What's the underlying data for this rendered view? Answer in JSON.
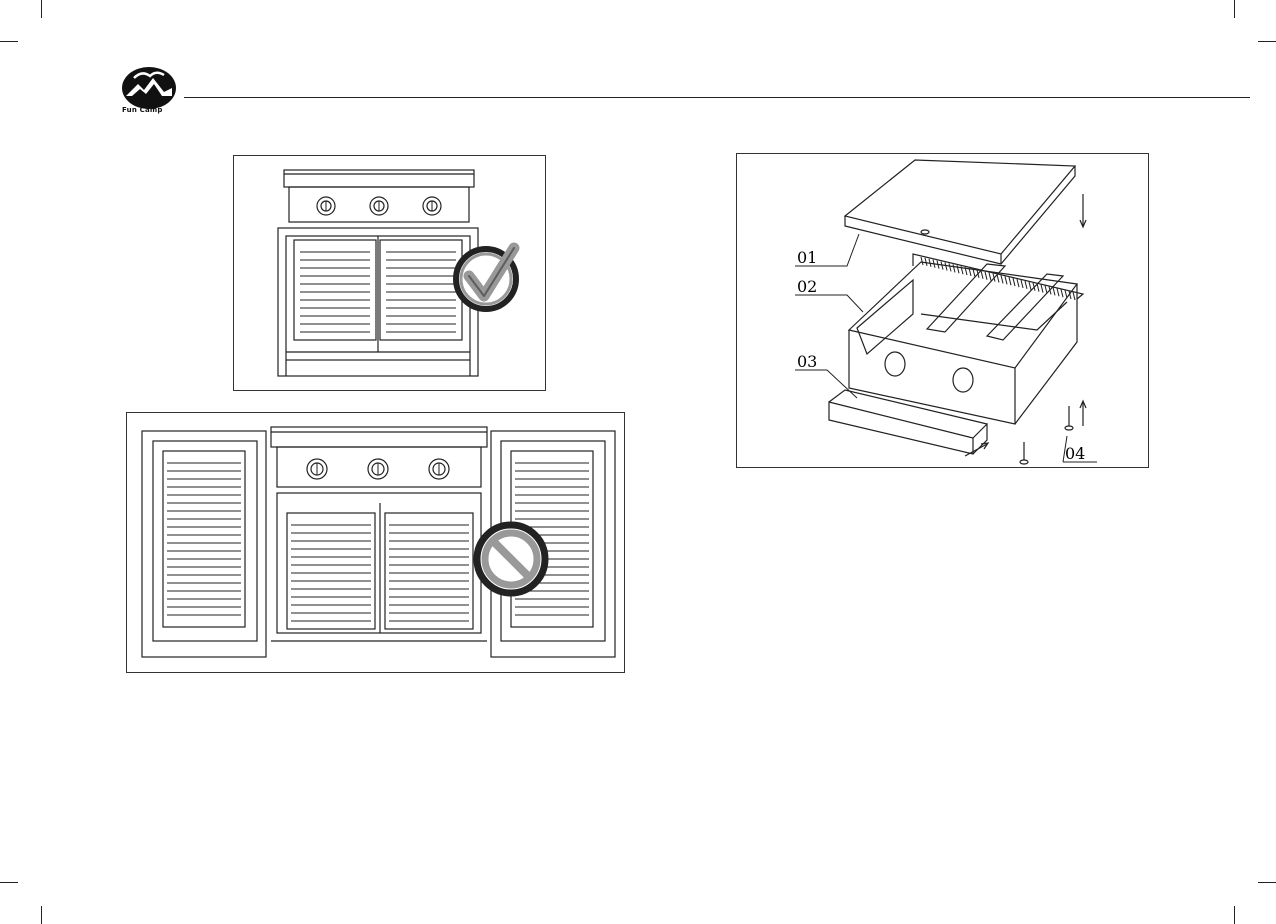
{
  "header": {
    "brand": "Fun Camp"
  },
  "figures": {
    "correct": {
      "status_icon": "check-icon"
    },
    "incorrect": {
      "status_icon": "prohibited-icon"
    },
    "exploded": {
      "parts": [
        "01",
        "02",
        "03",
        "04"
      ]
    }
  }
}
